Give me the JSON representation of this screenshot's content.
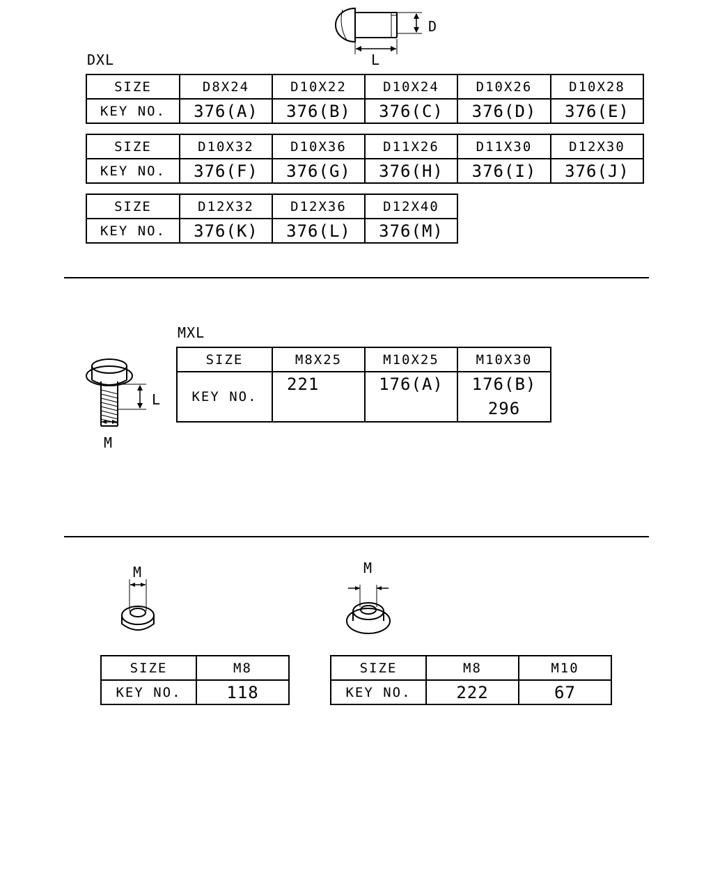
{
  "dxl": {
    "label": "DXL",
    "dim_d": "D",
    "dim_l": "L",
    "row_size_label": "SIZE",
    "row_key_label": "KEY NO.",
    "table1": {
      "sizes": [
        "D8X24",
        "D10X22",
        "D10X24",
        "D10X26",
        "D10X28"
      ],
      "keys": [
        "376(A)",
        "376(B)",
        "376(C)",
        "376(D)",
        "376(E)"
      ]
    },
    "table2": {
      "sizes": [
        "D10X32",
        "D10X36",
        "D11X26",
        "D11X30",
        "D12X30"
      ],
      "keys": [
        "376(F)",
        "376(G)",
        "376(H)",
        "376(I)",
        "376(J)"
      ]
    },
    "table3": {
      "sizes": [
        "D12X32",
        "D12X36",
        "D12X40"
      ],
      "keys": [
        "376(K)",
        "376(L)",
        "376(M)"
      ]
    }
  },
  "mxl": {
    "label": "MXL",
    "dim_l": "L",
    "dim_m": "M",
    "row_size_label": "SIZE",
    "row_key_label": "KEY NO.",
    "sizes": [
      "M8X25",
      "M10X25",
      "M10X30"
    ],
    "keys": [
      [
        "221"
      ],
      [
        "176(A)"
      ],
      [
        "176(B)",
        "296"
      ]
    ]
  },
  "nut1": {
    "dim_m": "M",
    "row_size_label": "SIZE",
    "row_key_label": "KEY NO.",
    "sizes": [
      "M8"
    ],
    "keys": [
      "118"
    ]
  },
  "nut2": {
    "dim_m": "M",
    "row_size_label": "SIZE",
    "row_key_label": "KEY NO.",
    "sizes": [
      "M8",
      "M10"
    ],
    "keys": [
      "222",
      "67"
    ]
  }
}
